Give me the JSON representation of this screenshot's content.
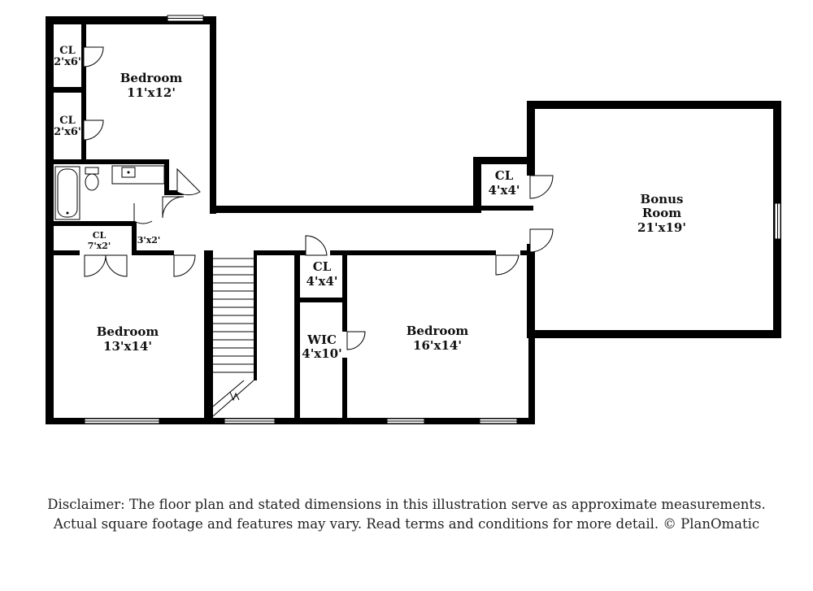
{
  "rooms": [
    {
      "name": "Bedroom",
      "dims": "11'x12'"
    },
    {
      "name": "Bedroom",
      "dims": "13'x14'"
    },
    {
      "name": "Bedroom",
      "dims": "16'x14'"
    },
    {
      "name": "Bonus",
      "name2": "Room",
      "dims": "21'x19'"
    }
  ],
  "closets": [
    {
      "name": "CL",
      "dims": "2'x6'"
    },
    {
      "name": "CL",
      "dims": "2'x6'"
    },
    {
      "name": "CL",
      "dims": "7'x2'"
    },
    {
      "dims": "3'x2'"
    },
    {
      "name": "CL",
      "dims": "4'x4'"
    },
    {
      "name": "CL",
      "dims": "4'x4'"
    },
    {
      "name": "WIC",
      "dims": "4'x10'"
    }
  ],
  "disclaimer": {
    "line1": "Disclaimer: The floor plan and stated dimensions in this illustration serve as approximate measurements.",
    "line2": "Actual square footage and features may vary. Read terms and conditions for more detail. © PlanOmatic"
  }
}
